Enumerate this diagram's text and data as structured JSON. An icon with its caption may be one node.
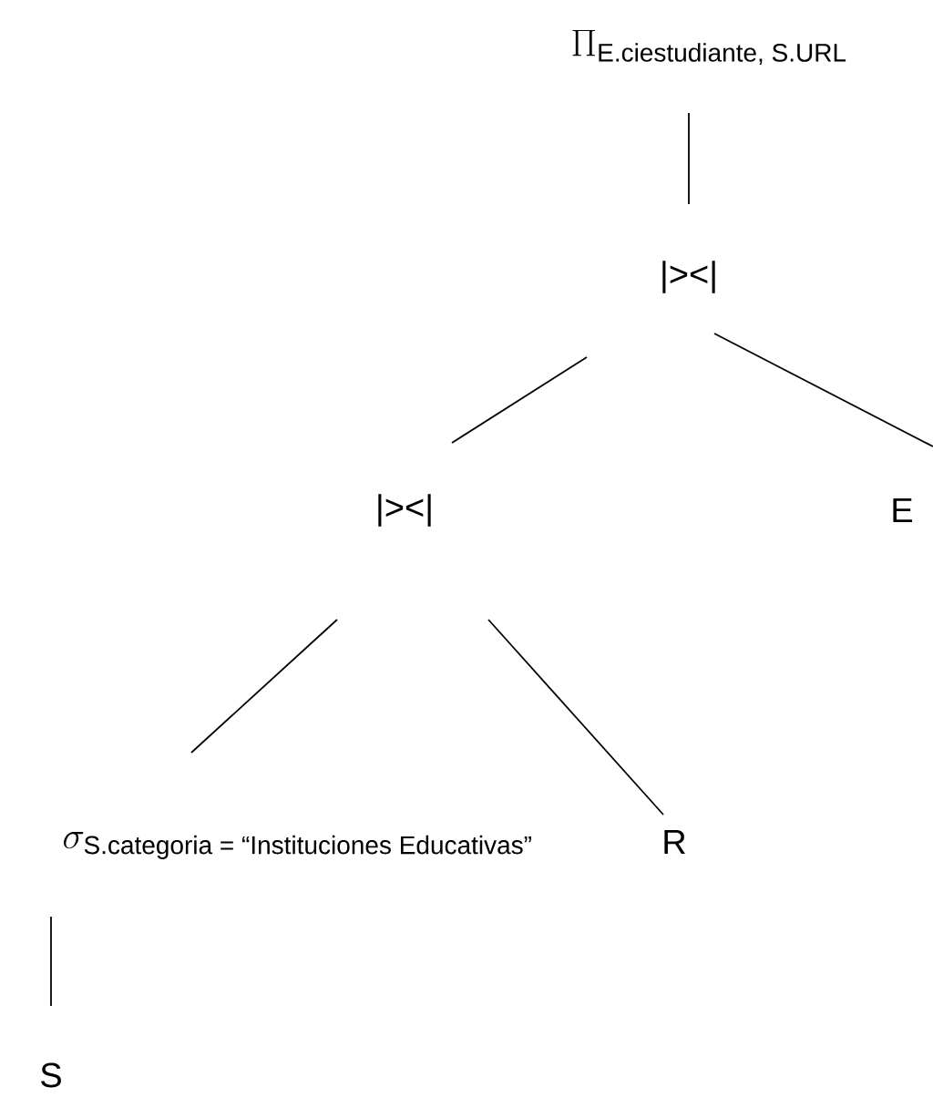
{
  "diagram": {
    "nodes": [
      {
        "text": [
          "\\Pi_{\\text{E.ciestudiante, S.URL}}"
        ]
      },
      {
        "text": [
          "|><|"
        ]
      },
      {
        "text": [
          "|><|"
        ]
      },
      {
        "text": [
          "E"
        ]
      },
      {
        "text": [
          "\\sigma_{\\text{S.categoria = “Instituciones Educativas”}}"
        ]
      },
      {
        "text": [
          "R"
        ]
      },
      {
        "text": [
          "S"
        ]
      }
    ],
    "edges": [
      {
        "from": 0,
        "to": 1,
        "arrow": "none"
      },
      {
        "from": 1,
        "to": 2,
        "arrow": "none"
      },
      {
        "from": 1,
        "to": 3,
        "arrow": "none"
      },
      {
        "from": 2,
        "to": 4,
        "arrow": "none"
      },
      {
        "from": 2,
        "to": 5,
        "arrow": "none"
      },
      {
        "from": 4,
        "to": 6,
        "arrow": "none"
      }
    ]
  }
}
